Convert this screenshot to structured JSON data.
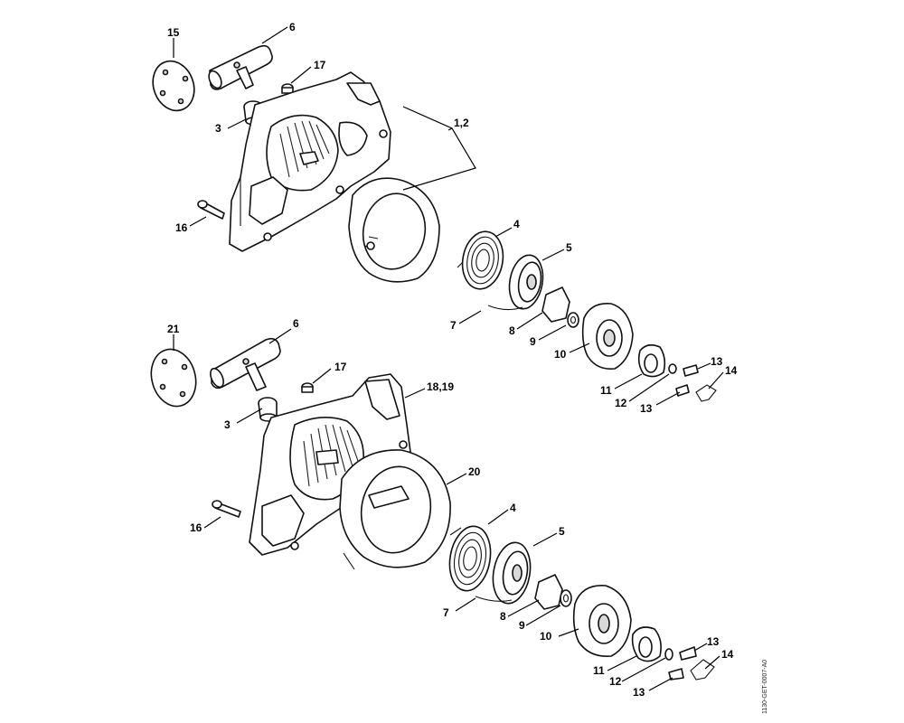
{
  "diagram": {
    "top_group": {
      "callouts": {
        "decal": "15",
        "handle": "6",
        "grommet": "3",
        "screw_top": "17",
        "housing": "1,2",
        "screw_side": "16",
        "spring": "4",
        "rope_rotor": "5",
        "spring_clip": "7",
        "pawl": "8",
        "washer": "9",
        "fan_wheel": "10",
        "hub": "11",
        "washer_small": "12",
        "screw_a": "13",
        "screw_b": "13",
        "clip": "14"
      }
    },
    "bottom_group": {
      "callouts": {
        "decal": "21",
        "handle": "6",
        "grommet": "3",
        "screw_top": "17",
        "housing": "18,19",
        "shroud": "20",
        "screw_side": "16",
        "spring": "4",
        "rope_rotor": "5",
        "spring_clip": "7",
        "pawl": "8",
        "washer": "9",
        "fan_wheel": "10",
        "hub": "11",
        "washer_small": "12",
        "screw_a": "13",
        "screw_b": "13",
        "clip": "14"
      }
    },
    "document_id": "1130-GET-0007-A0"
  }
}
